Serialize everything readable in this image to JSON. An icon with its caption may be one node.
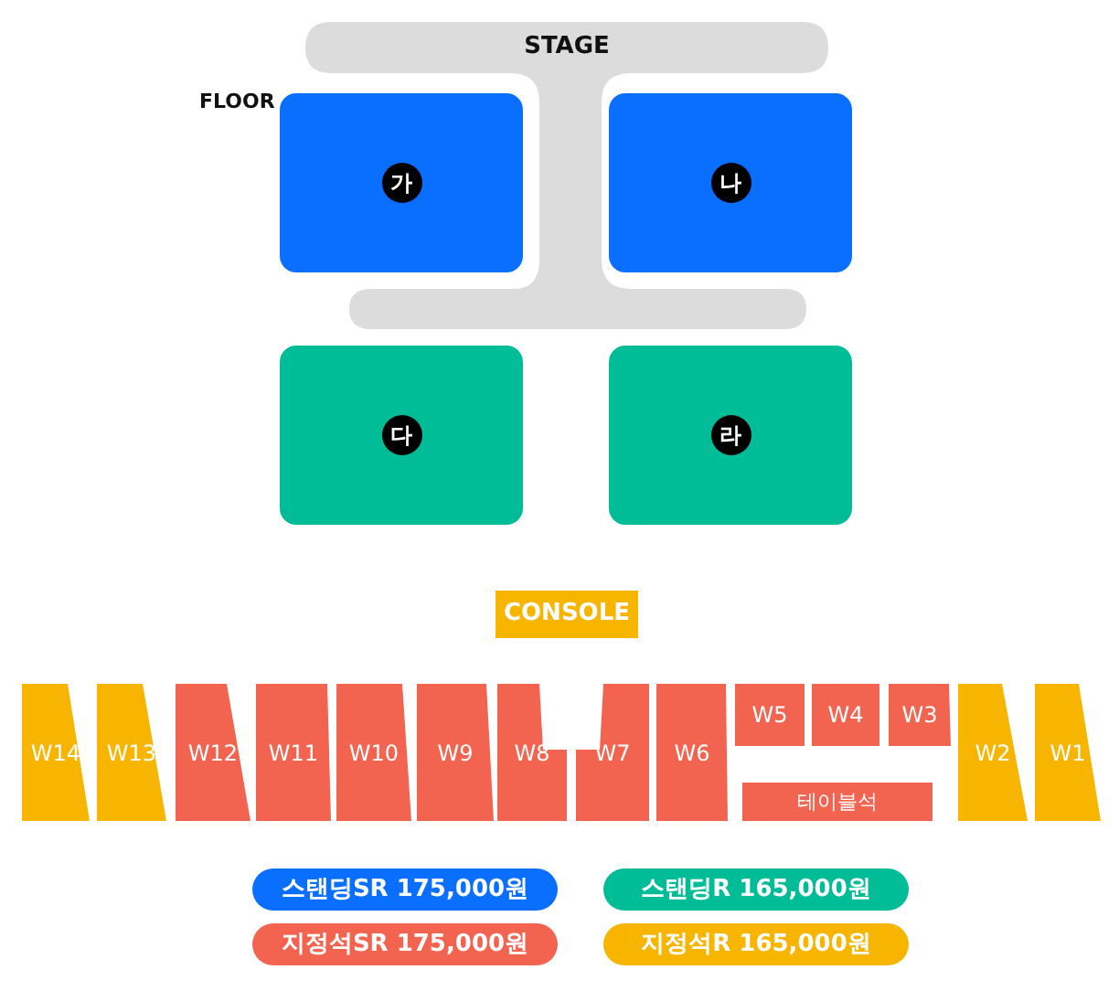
{
  "diagram": {
    "nodes": [
      {
        "text": [
          "STAGE"
        ]
      },
      {
        "text": [
          "가"
        ]
      },
      {
        "text": [
          "나"
        ]
      },
      {
        "text": [
          "다"
        ]
      },
      {
        "text": [
          "라"
        ]
      },
      {
        "text": [
          "CONSOLE"
        ]
      },
      {
        "text": [
          "W14"
        ]
      },
      {
        "text": [
          "W13"
        ]
      },
      {
        "text": [
          "W12"
        ]
      },
      {
        "text": [
          "W11"
        ]
      },
      {
        "text": [
          "W10"
        ]
      },
      {
        "text": [
          "W9"
        ]
      },
      {
        "text": [
          "W8"
        ]
      },
      {
        "text": [
          "W7"
        ]
      },
      {
        "text": [
          "W6"
        ]
      },
      {
        "text": [
          "W5"
        ]
      },
      {
        "text": [
          "W4"
        ]
      },
      {
        "text": [
          "W3"
        ]
      },
      {
        "text": [
          "테이블석"
        ]
      },
      {
        "text": [
          "W2"
        ]
      },
      {
        "text": [
          "W1"
        ]
      }
    ],
    "labels": [
      "FLOOR"
    ],
    "legend": [
      {
        "text": "스탠딩SR 175,000원",
        "color": "#0a6fff"
      },
      {
        "text": "스탠딩R 165,000원",
        "color": "#00bd98"
      },
      {
        "text": "지정석SR 175,000원",
        "color": "#f26450"
      },
      {
        "text": "지정석R 165,000원",
        "color": "#f7b500"
      }
    ]
  }
}
